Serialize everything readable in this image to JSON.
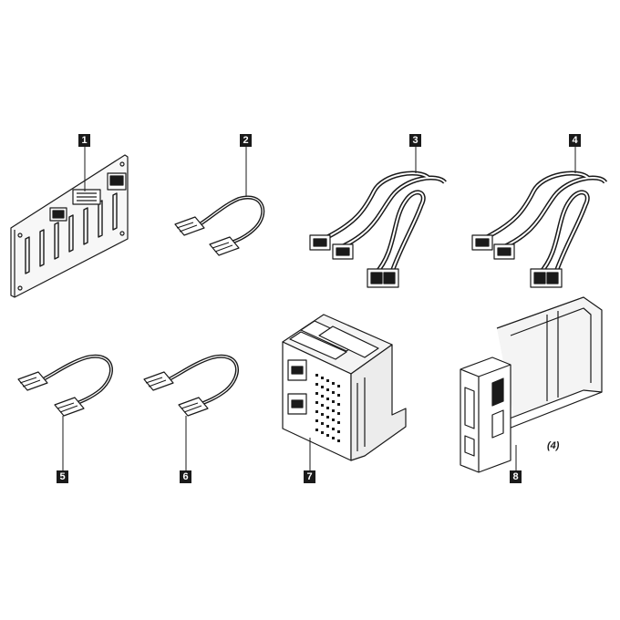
{
  "callouts": [
    {
      "id": "1",
      "label": "1",
      "part": "backplane"
    },
    {
      "id": "2",
      "label": "2",
      "part": "power-cable"
    },
    {
      "id": "3",
      "label": "3",
      "part": "signal-cable-three-head"
    },
    {
      "id": "4",
      "label": "4",
      "part": "signal-cable-three-head"
    },
    {
      "id": "5",
      "label": "5",
      "part": "short-cable"
    },
    {
      "id": "6",
      "label": "6",
      "part": "short-cable"
    },
    {
      "id": "7",
      "label": "7",
      "part": "drive-cage"
    },
    {
      "id": "8",
      "label": "8",
      "part": "drive-tray"
    }
  ],
  "quantity_note": "(4)",
  "colors": {
    "ink": "#1a1a1a",
    "paper": "#ffffff",
    "fill": "#f4f4f4"
  }
}
